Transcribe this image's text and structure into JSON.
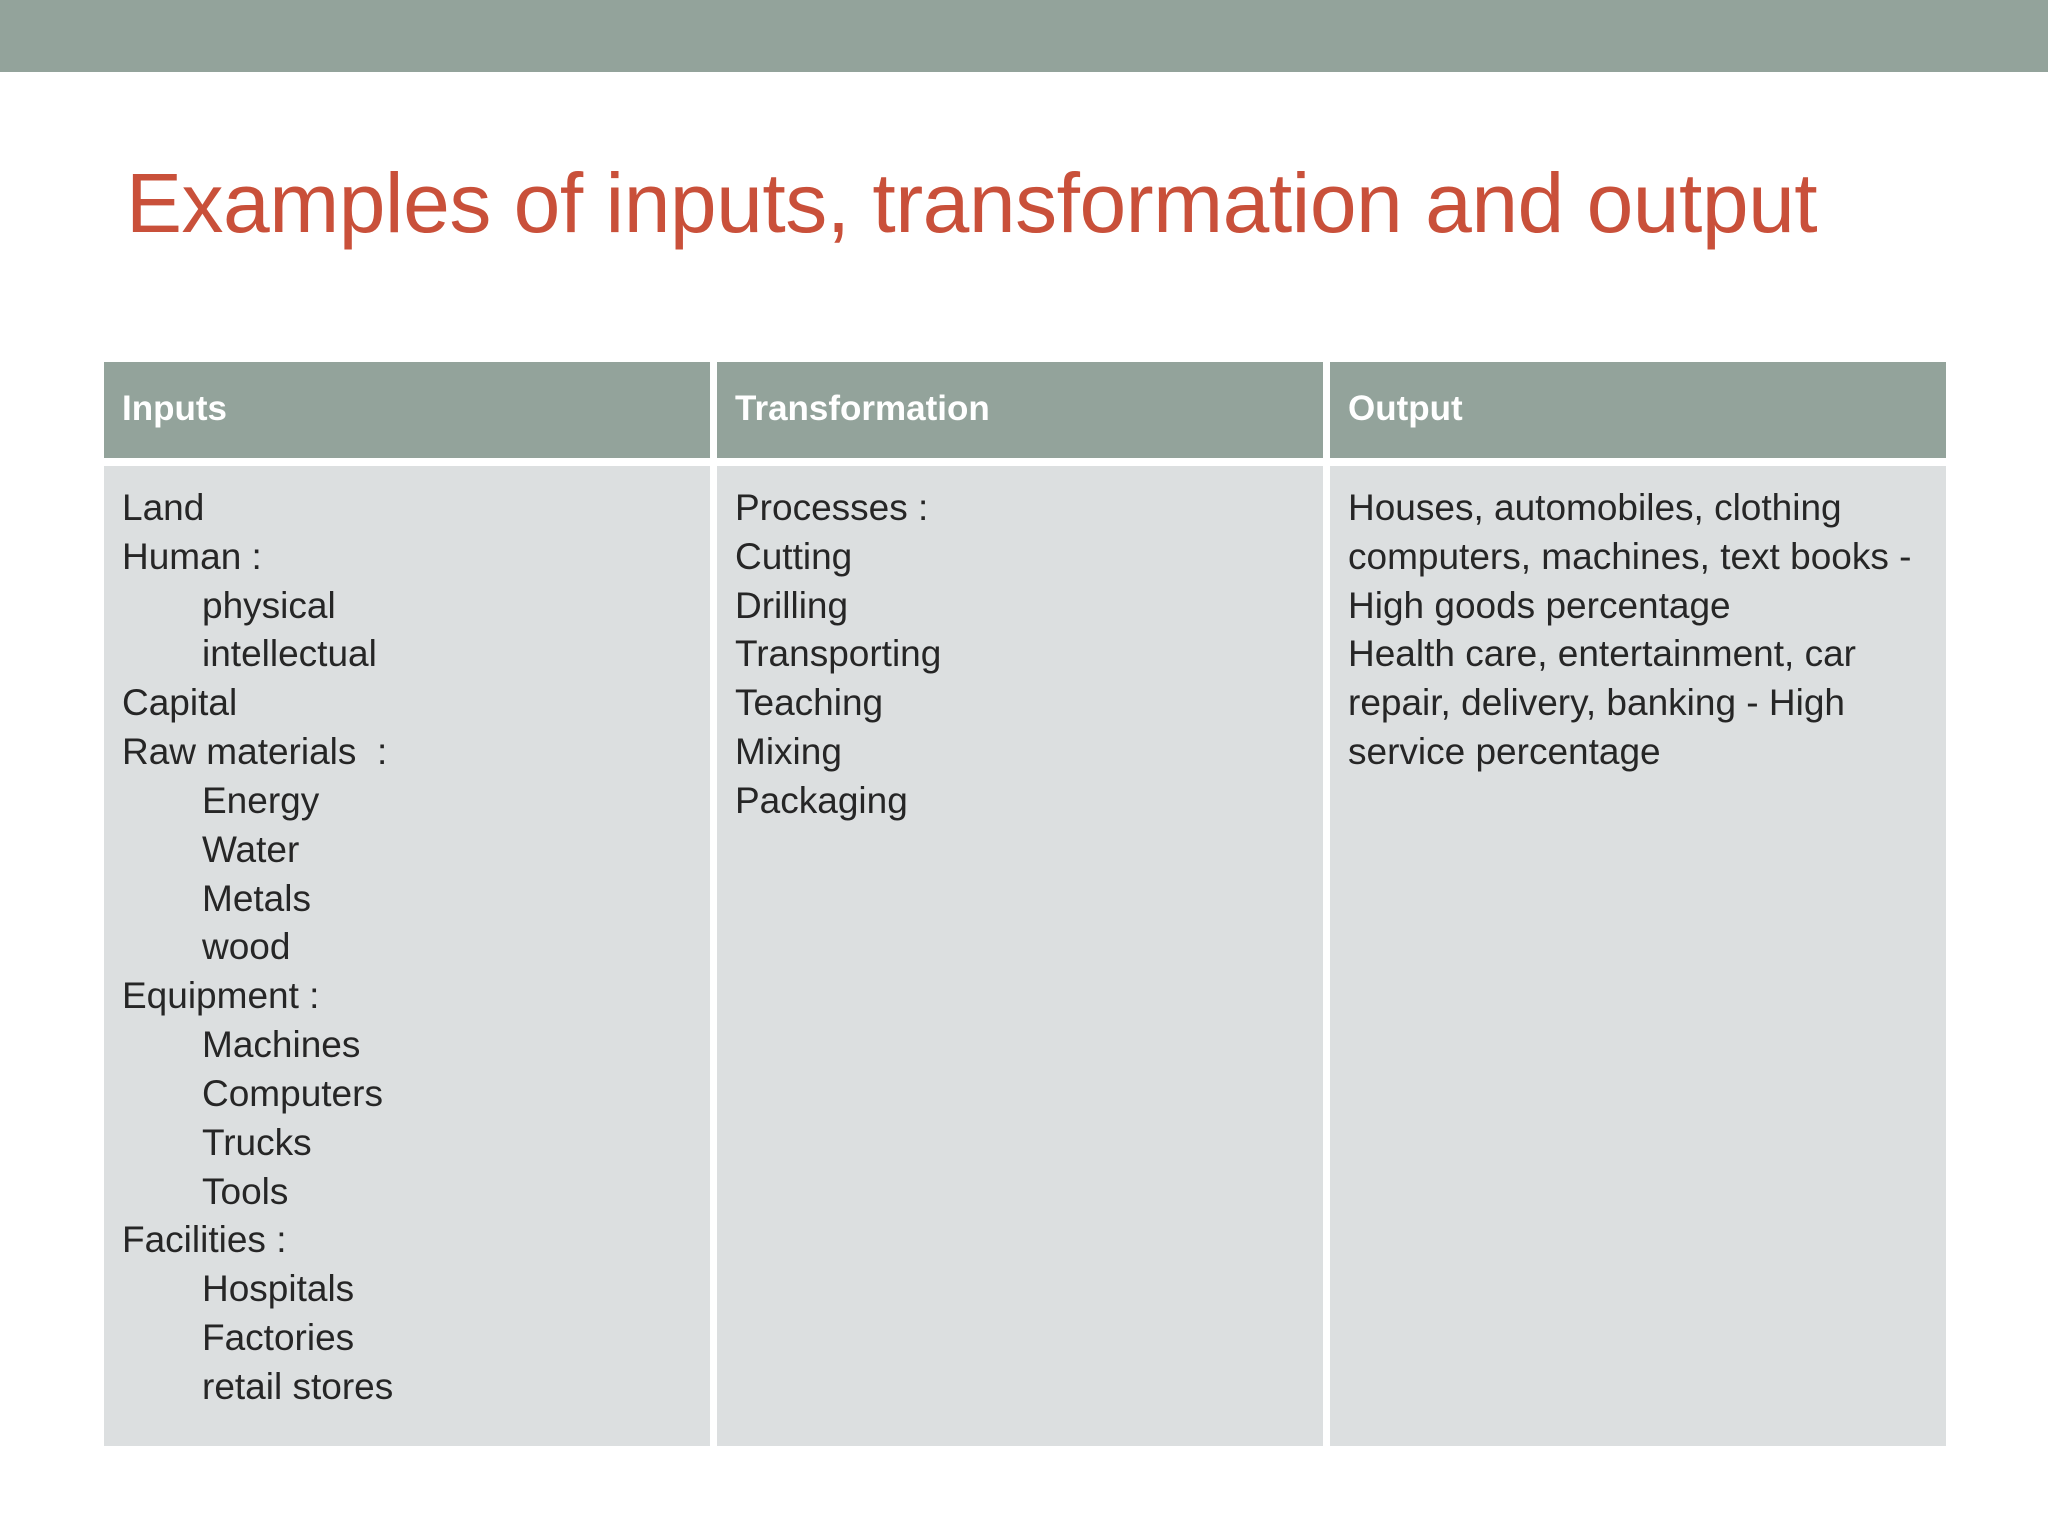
{
  "slide": {
    "title": "Examples of inputs, transformation and output",
    "banner_color": "#93a39b",
    "title_color": "#c9503a",
    "table_header_color": "#93a39b",
    "table_body_color": "#dcdfe0"
  },
  "table": {
    "headers": [
      "Inputs",
      "Transformation",
      "Output"
    ],
    "columns": [
      {
        "name": "inputs",
        "lines": [
          {
            "text": "Land",
            "indent": false
          },
          {
            "text": "Human :",
            "indent": false
          },
          {
            "text": "physical",
            "indent": true
          },
          {
            "text": "intellectual",
            "indent": true
          },
          {
            "text": "Capital",
            "indent": false
          },
          {
            "text": "Raw materials  :",
            "indent": false
          },
          {
            "text": "Energy",
            "indent": true
          },
          {
            "text": "Water",
            "indent": true
          },
          {
            "text": "Metals",
            "indent": true
          },
          {
            "text": "wood",
            "indent": true
          },
          {
            "text": "Equipment :",
            "indent": false
          },
          {
            "text": "Machines",
            "indent": true
          },
          {
            "text": "Computers",
            "indent": true
          },
          {
            "text": "Trucks",
            "indent": true
          },
          {
            "text": "Tools",
            "indent": true
          },
          {
            "text": "Facilities :",
            "indent": false
          },
          {
            "text": "Hospitals",
            "indent": true
          },
          {
            "text": "Factories",
            "indent": true
          },
          {
            "text": "retail stores",
            "indent": true
          }
        ]
      },
      {
        "name": "transformation",
        "lines": [
          {
            "text": "Processes :",
            "indent": false
          },
          {
            "text": "Cutting",
            "indent": false
          },
          {
            "text": "Drilling",
            "indent": false
          },
          {
            "text": "Transporting",
            "indent": false
          },
          {
            "text": "Teaching",
            "indent": false
          },
          {
            "text": "Mixing",
            "indent": false
          },
          {
            "text": "Packaging",
            "indent": false
          }
        ]
      },
      {
        "name": "output",
        "paragraphs": [
          "Houses, automobiles, clothing computers, machines, text books - High goods percentage",
          "Health care, entertainment, car repair, delivery, banking - High service percentage"
        ]
      }
    ]
  }
}
